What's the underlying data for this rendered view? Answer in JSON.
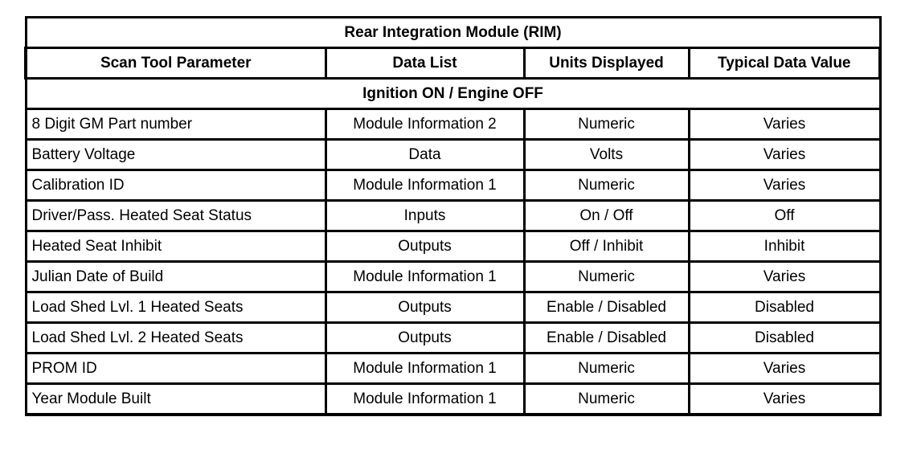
{
  "table": {
    "title": "Rear Integration Module (RIM)",
    "columns": [
      "Scan Tool Parameter",
      "Data List",
      "Units Displayed",
      "Typical Data Value"
    ],
    "section_label": "Ignition ON / Engine OFF",
    "rows": [
      {
        "parameter": "8 Digit GM Part number",
        "data_list": "Module Information 2",
        "units": "Numeric",
        "typical": "Varies"
      },
      {
        "parameter": "Battery Voltage",
        "data_list": "Data",
        "units": "Volts",
        "typical": "Varies"
      },
      {
        "parameter": "Calibration ID",
        "data_list": "Module Information 1",
        "units": "Numeric",
        "typical": "Varies"
      },
      {
        "parameter": "Driver/Pass. Heated Seat Status",
        "data_list": "Inputs",
        "units": "On / Off",
        "typical": "Off"
      },
      {
        "parameter": "Heated Seat Inhibit",
        "data_list": "Outputs",
        "units": "Off / Inhibit",
        "typical": "Inhibit"
      },
      {
        "parameter": "Julian Date of Build",
        "data_list": "Module Information 1",
        "units": "Numeric",
        "typical": "Varies"
      },
      {
        "parameter": "Load Shed Lvl. 1 Heated Seats",
        "data_list": "Outputs",
        "units": "Enable / Disabled",
        "typical": "Disabled"
      },
      {
        "parameter": "Load Shed Lvl. 2 Heated Seats",
        "data_list": "Outputs",
        "units": "Enable / Disabled",
        "typical": "Disabled"
      },
      {
        "parameter": "PROM ID",
        "data_list": "Module Information 1",
        "units": "Numeric",
        "typical": "Varies"
      },
      {
        "parameter": "Year Module Built",
        "data_list": "Module Information 1",
        "units": "Numeric",
        "typical": "Varies"
      }
    ]
  },
  "colors": {
    "border": "#000000",
    "text": "#000000",
    "background": "#ffffff"
  }
}
